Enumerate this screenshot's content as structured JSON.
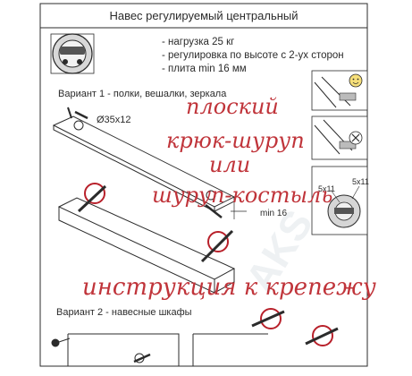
{
  "doc": {
    "title": "Навес регулируемый центральный",
    "specs": [
      "- нагрузка 25 кг",
      "- регулировка по высоте с 2-ух сторон",
      "- плита min 16 мм"
    ],
    "variant1": "Вариант 1 - полки, вешалки, зеркала",
    "variant2": "Вариант 2 - навесные шкафы",
    "hole_label": "Ø35x12",
    "min_label": "min 16",
    "screw_label_a": "5x11",
    "screw_label_b": "5x11",
    "watermark": "AKS",
    "handwriting": {
      "line1": "плоский",
      "line2": "крюк-шуруп",
      "line3": "или",
      "line4": "шуруп-костыль",
      "line5": "инструкция к крепежу"
    }
  },
  "colors": {
    "line": "#2b2b2b",
    "handwriting": "#c0343a",
    "marker_red": "#b8202a",
    "panel_bg": "#ececec"
  },
  "icons": {
    "ok": "smiley-ok-icon",
    "bad": "cross-bad-icon"
  }
}
